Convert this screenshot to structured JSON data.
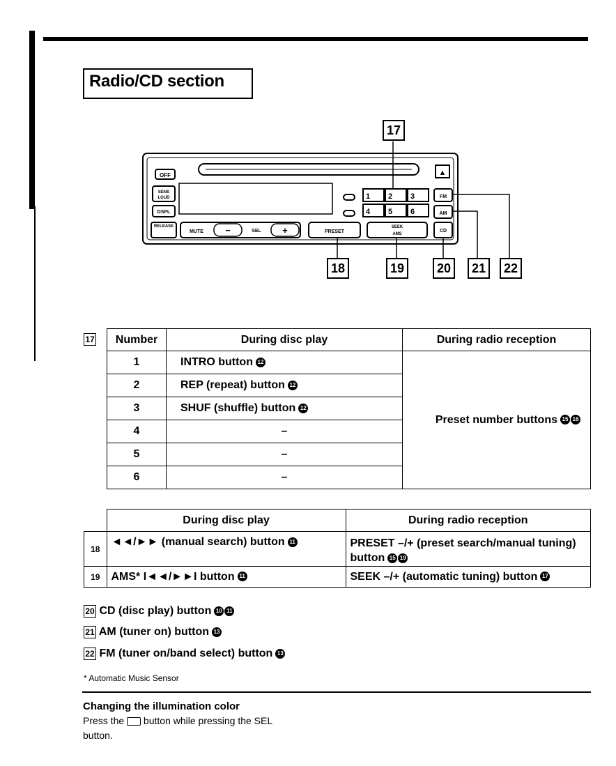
{
  "section_title": "Radio/CD section",
  "callouts": [
    "17",
    "18",
    "19",
    "20",
    "21",
    "22"
  ],
  "device": {
    "off": "OFF",
    "sens_loud": "SENS LOUD",
    "dspl": "DSPL",
    "release": "RELEASE",
    "mute": "MUTE",
    "minus": "−",
    "sel": "SEL",
    "plus": "+",
    "preset": "PRESET",
    "seek": "SEEK",
    "ams": "AMS",
    "preset_buttons": [
      "1",
      "2",
      "3",
      "4",
      "5",
      "6"
    ],
    "fm": "FM",
    "am": "AM",
    "cd": "CD",
    "eject": "▲"
  },
  "table1": {
    "ref": "17",
    "headers": [
      "Number",
      "During disc play",
      "During radio reception"
    ],
    "rows": [
      {
        "number": "1",
        "disc": "INTRO button"
      },
      {
        "number": "2",
        "disc": "REP (repeat) button"
      },
      {
        "number": "3",
        "disc": "SHUF (shuffle) button"
      },
      {
        "number": "4",
        "disc": "–"
      },
      {
        "number": "5",
        "disc": "–"
      },
      {
        "number": "6",
        "disc": "–"
      }
    ],
    "radio": "Preset number buttons"
  },
  "table2": {
    "headers": [
      "During disc play",
      "During radio reception"
    ],
    "rows": [
      {
        "ref": "18",
        "disc": "◄◄/►► (manual search) button",
        "radio": "PRESET –/+ (preset search/manual tuning) button"
      },
      {
        "ref": "19",
        "disc": "AMS* I◄◄/►►I button",
        "radio": "SEEK –/+ (automatic tuning) button"
      }
    ]
  },
  "list": [
    {
      "ref": "20",
      "text": "CD (disc play) button"
    },
    {
      "ref": "21",
      "text": "AM (tuner on) button"
    },
    {
      "ref": "22",
      "text": "FM (tuner on/band select) button"
    }
  ],
  "footnote": "* Automatic Music Sensor",
  "illum": {
    "title": "Changing the illumination color",
    "line1_a": "Press the",
    "line1_b": "button while pressing the SEL",
    "line2": "button."
  }
}
